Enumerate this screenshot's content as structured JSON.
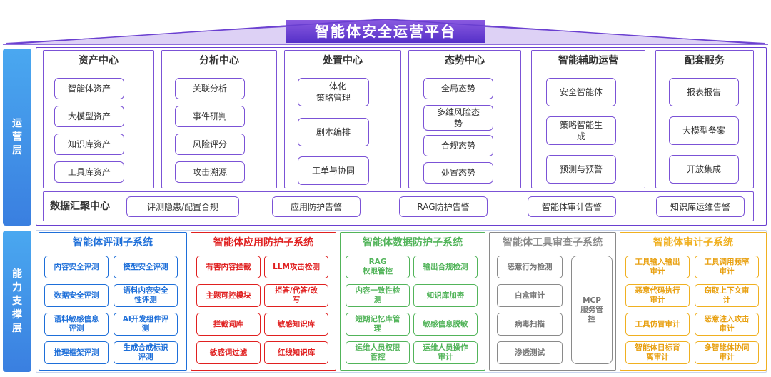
{
  "colors": {
    "roof_dark": "#5530c8",
    "roof_light": "#8a5ae0",
    "ops_border": "#7b52d6",
    "side": "#3a7fe0",
    "blue": "#1e6fd9",
    "red": "#e02020",
    "green": "#52b45a",
    "gray": "#8a8a8a",
    "yellow": "#f0b020"
  },
  "platform": {
    "title": "智能体安全运营平台"
  },
  "side": {
    "ops": [
      "运",
      "营",
      "层"
    ],
    "ability": [
      "能",
      "力",
      "支",
      "撑",
      "层"
    ]
  },
  "ops": {
    "columns": [
      {
        "title": "资产中心",
        "items": [
          "智能体资产",
          "大模型资产",
          "知识库资产",
          "工具库资产"
        ]
      },
      {
        "title": "分析中心",
        "items": [
          "关联分析",
          "事件研判",
          "风险评分",
          "攻击溯源"
        ]
      },
      {
        "title": "处置中心",
        "items": [
          "一体化\n策略管理",
          "剧本编排",
          "工单与协同"
        ]
      },
      {
        "title": "态势中心",
        "items": [
          "全局态势",
          "多维风险态\n势",
          "合规态势",
          "处置态势"
        ]
      },
      {
        "title": "智能辅助运营",
        "items": [
          "安全智能体",
          "策略智能生\n成",
          "预测与预警"
        ]
      },
      {
        "title": "配套服务",
        "items": [
          "报表报告",
          "大模型备案",
          "开放集成"
        ]
      }
    ]
  },
  "hub": {
    "title": "数据汇聚中心",
    "items": [
      "评测隐患/配置合规",
      "应用防护告警",
      "RAG防护告警",
      "智能体审计告警",
      "知识库运维告警"
    ]
  },
  "ability": {
    "subsystems": [
      {
        "title": "智能体评测子系统",
        "color": "blue",
        "items": [
          "内容安全评测",
          "模型安全评测",
          "数据安全评测",
          "语料内容安全\n性评测",
          "语料敏感信息\n评测",
          "AI开发组件评\n测",
          "推理框架评测",
          "生成合成标识\n评测"
        ]
      },
      {
        "title": "智能体应用防护子系统",
        "color": "red",
        "items": [
          "有害内容拦截",
          "LLM攻击检测",
          "主题可控模块",
          "拒答/代答/改\n写",
          "拦截词库",
          "敏感知识库",
          "敏感词过滤",
          "红线知识库"
        ]
      },
      {
        "title": "智能体数据防护子系统",
        "color": "green",
        "items": [
          "RAG\n权限管控",
          "输出合规检测",
          "内容一致性检\n测",
          "知识库加密",
          "短期记忆库管\n理",
          "敏感信息脱敏",
          "运维人员权限\n管控",
          "运维人员操作\n审计"
        ]
      },
      {
        "title": "智能体工具审查子系统",
        "color": "gray",
        "items": [
          "恶意行为检测",
          "白盒审计",
          "病毒扫描",
          "渗透测试"
        ],
        "side_item": "MCP\n服务管\n控"
      },
      {
        "title": "智能体审计子系统",
        "color": "yellow",
        "items": [
          "工具输入输出\n审计",
          "工具调用频率\n审计",
          "恶意代码执行\n审计",
          "窃取上下文审\n计",
          "工具仿冒审计",
          "恶意注入攻击\n审计",
          "智能体目标背\n离审计",
          "多智能体协同\n审计"
        ]
      }
    ]
  }
}
